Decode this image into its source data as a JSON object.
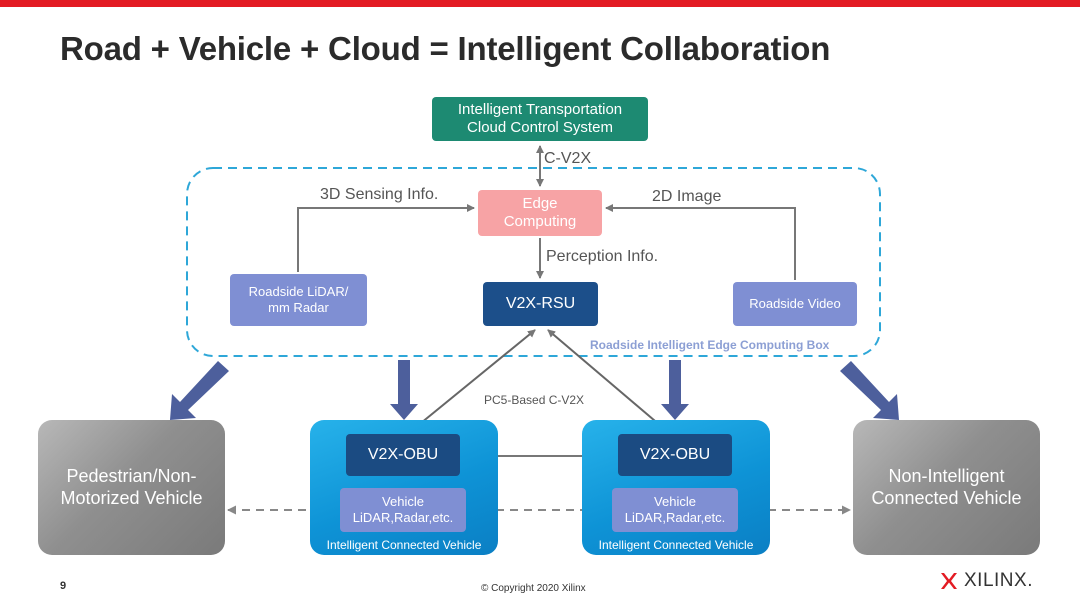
{
  "slide": {
    "title": "Road + Vehicle + Cloud = Intelligent Collaboration",
    "page_number": "9",
    "copyright": "© Copyright 2020 Xilinx",
    "logo_text": "XILINX.",
    "brand_color": "#e31b23"
  },
  "nodes": {
    "cloud": "Intelligent Transportation\nCloud Control System",
    "edge": "Edge\nComputing",
    "lidar": "Roadside LiDAR/\nmm Radar",
    "rsu": "V2X-RSU",
    "video": "Roadside Video",
    "pedestrian": "Pedestrian/Non-\nMotorized Vehicle",
    "non_intelligent": "Non-Intelligent\nConnected Vehicle",
    "vehicle_left": {
      "obu": "V2X-OBU",
      "sensors": "Vehicle\nLiDAR,Radar,etc.",
      "label": "Intelligent Connected Vehicle"
    },
    "vehicle_right": {
      "obu": "V2X-OBU",
      "sensors": "Vehicle\nLiDAR,Radar,etc.",
      "label": "Intelligent Connected Vehicle"
    }
  },
  "edge_labels": {
    "cv2x": "C-V2X",
    "sensing": "3D Sensing Info.",
    "image": "2D Image",
    "perception": "Perception Info.",
    "edge_box": "Roadside Intelligent Edge Computing Box",
    "pc5": "PC5-Based C-V2X"
  },
  "colors": {
    "cloud": "#1d8a72",
    "edge": "#f7a3a5",
    "rsu_obu": "#1c4f8a",
    "sensor_boxes": "#7f8fd3",
    "vehicle": "#0e93d6",
    "edge_box_border": "#2ea7d8"
  }
}
